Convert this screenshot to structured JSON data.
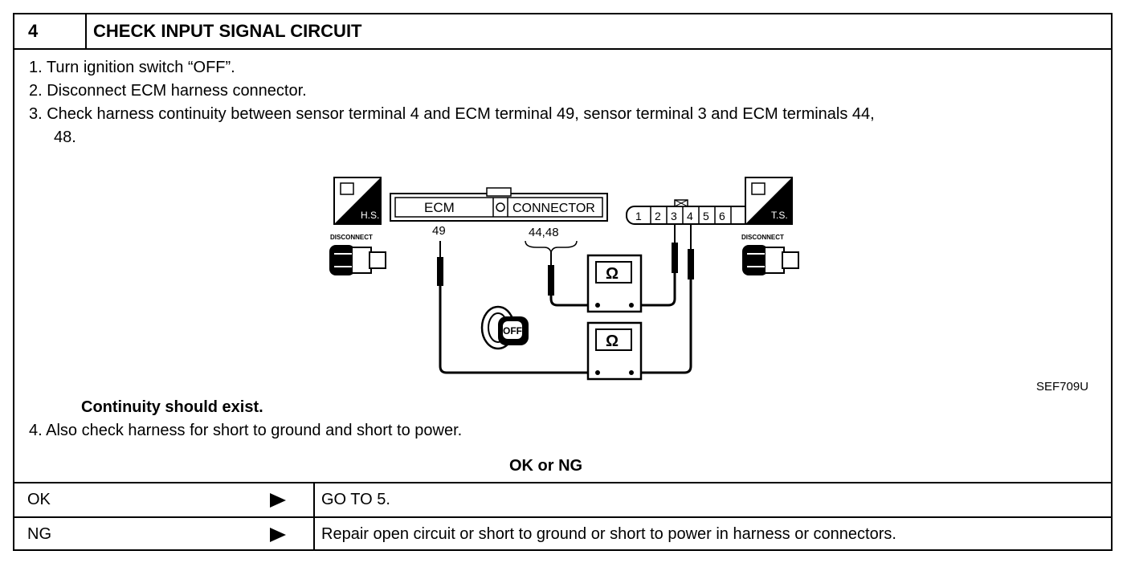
{
  "header": {
    "step": "4",
    "title": "CHECK INPUT SIGNAL CIRCUIT"
  },
  "steps": [
    "1.  Turn ignition switch “OFF”.",
    "2.  Disconnect ECM harness connector.",
    "3.  Check harness continuity between sensor terminal 4 and ECM terminal 49, sensor terminal 3 and ECM terminals 44,",
    "48.",
    "4.  Also check harness for short to ground and short to power."
  ],
  "diagram": {
    "ecm_label": "ECM",
    "connector_label": "CONNECTOR",
    "pin_49": "49",
    "pin_44_48": "44,48",
    "sensor_pins": [
      "1",
      "2",
      "3",
      "4",
      "5",
      "6"
    ],
    "hs_label": "H.S.",
    "ts_label": "T.S.",
    "disconnect_left": "DISCONNECT",
    "disconnect_right": "DISCONNECT",
    "ohm_symbol": "Ω",
    "key_label": "OFF",
    "figure_code": "SEF709U"
  },
  "result_note": "Continuity should exist.",
  "ok_ng_heading": "OK or NG",
  "outcomes": [
    {
      "label": "OK",
      "action": "GO TO 5."
    },
    {
      "label": "NG",
      "action": "Repair open circuit or short to ground or short to power in harness or connectors."
    }
  ]
}
